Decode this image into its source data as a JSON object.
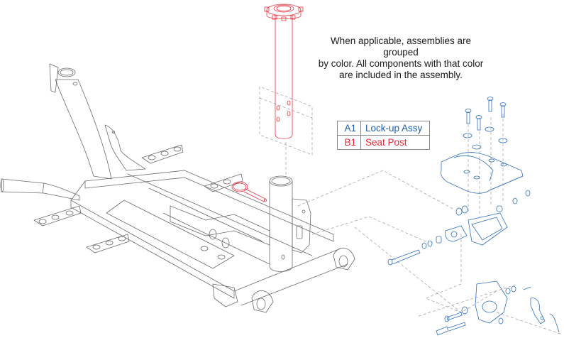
{
  "note": {
    "lines": [
      "When applicable, assemblies are grouped",
      "by color. All components with that color",
      "are included in the assembly."
    ]
  },
  "legend": [
    {
      "code": "A1",
      "label": "Lock-up Assy",
      "color": "#1c5fa8"
    },
    {
      "code": "B1",
      "label": "Seat Post",
      "color": "#e02a36"
    }
  ],
  "colors": {
    "frame": "#6b6b6b",
    "guide": "#9a9a9a",
    "lockup": "#2e6fbf",
    "seatpost": "#e8323e"
  }
}
